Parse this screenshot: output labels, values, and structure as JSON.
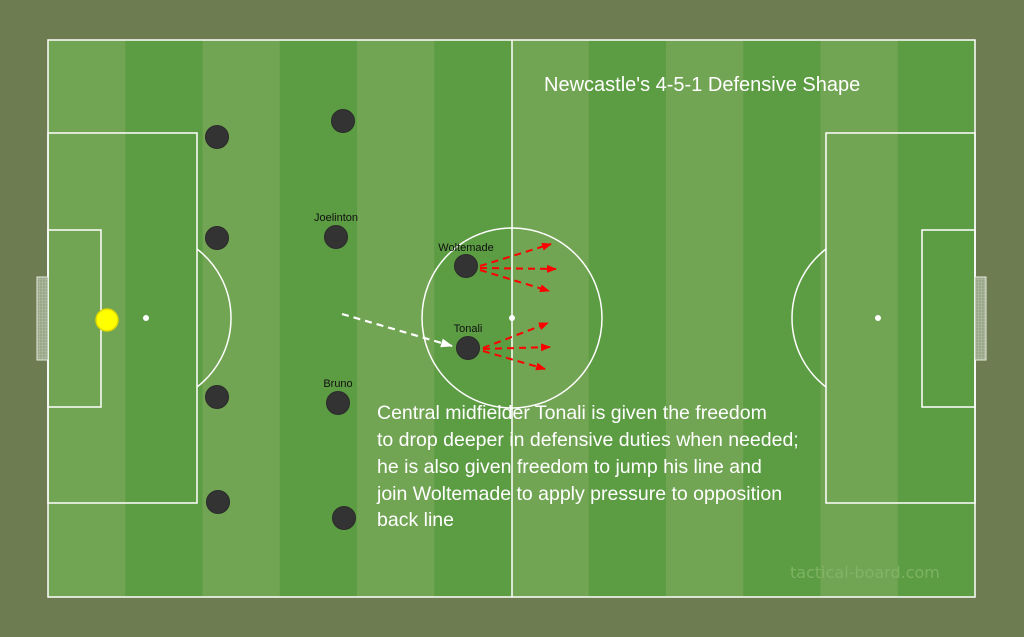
{
  "title": "Newcastle's 4-5-1 Defensive Shape",
  "note_lines": [
    "Central midfielder Tonali is given the freedom",
    "to drop deeper in defensive duties when needed;",
    "he is also given freedom to jump his line and",
    "join Woltemade to apply pressure to opposition",
    "back line"
  ],
  "players": {
    "joelinton": "Joelinton",
    "woltemade": "Woltemade",
    "tonali": "Tonali",
    "bruno": "Bruno"
  },
  "watermark": "tactical-board.com",
  "colors": {
    "background": "#6e7c51",
    "stripe_light": "#71a553",
    "stripe_dark": "#5c9c43",
    "player": "#333333",
    "ball": "#ffff00",
    "pressing_arrow": "#ff0000",
    "movement_arrow": "#ffffff"
  }
}
